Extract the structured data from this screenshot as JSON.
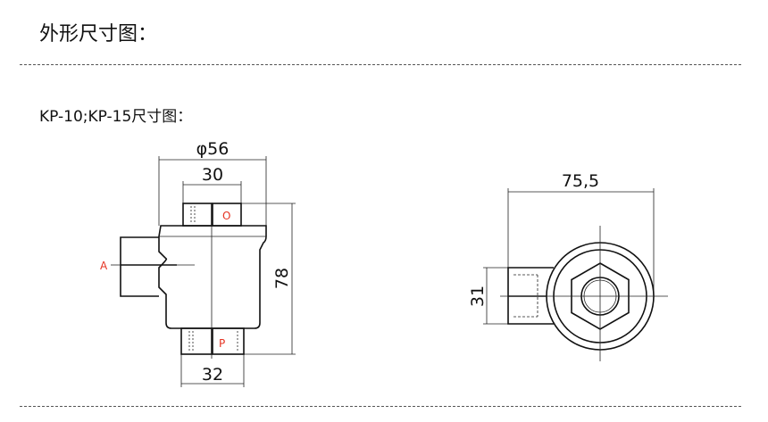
{
  "title": "外形尺寸图：",
  "subtitle": "KP-10;KP-15尺寸图：",
  "front_view": {
    "dim_outer_diameter": "φ56",
    "dim_top_width": "30",
    "dim_height": "78",
    "dim_bottom_width": "32",
    "port_a": "A",
    "port_o": "O",
    "port_p": "P"
  },
  "top_view": {
    "dim_length": "75,5",
    "dim_inlet": "31"
  },
  "colors": {
    "label": "#e53322",
    "line": "#111111"
  }
}
